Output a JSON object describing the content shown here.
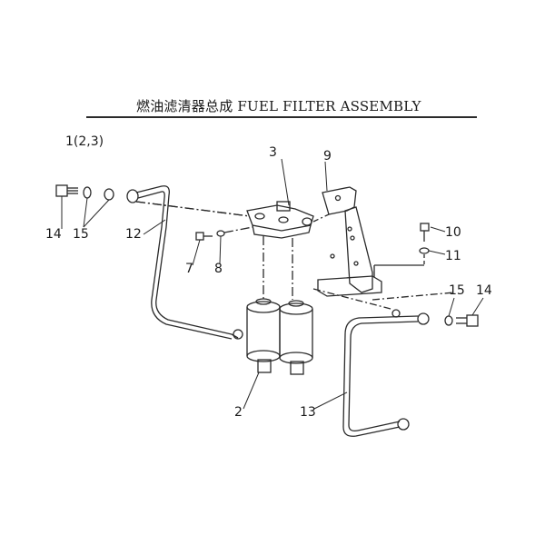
{
  "title": "燃油滤清器总成   FUEL FILTER ASSEMBLY",
  "header_label": "1(2,3)",
  "callouts": {
    "c2": "2",
    "c3": "3",
    "c7": "7",
    "c8": "8",
    "c9": "9",
    "c10": "10",
    "c11": "11",
    "c12": "12",
    "c13": "13",
    "c14_left": "14",
    "c15_left": "15",
    "c14_right": "14",
    "c15_right": "15"
  },
  "colors": {
    "line": "#2a2a2a",
    "paper": "#ffffff"
  }
}
